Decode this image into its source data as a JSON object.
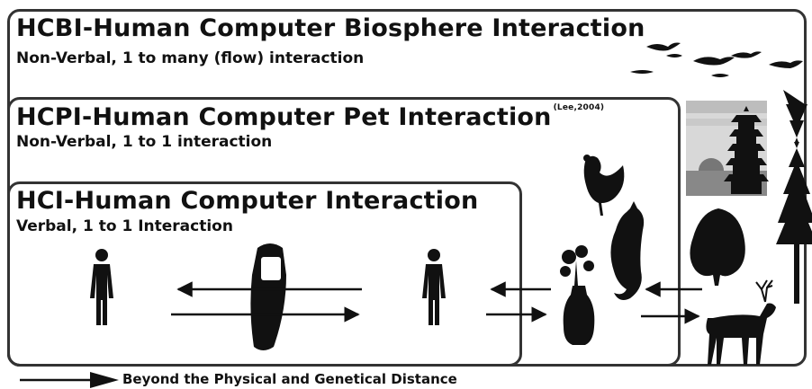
{
  "hcbi": {
    "title": "HCBI-Human Computer Biosphere Interaction",
    "subtitle": "Non-Verbal, 1 to many (flow) interaction"
  },
  "hcpi": {
    "title": "HCPI-Human Computer Pet Interaction",
    "citation": "(Lee,2004)",
    "subtitle": "Non-Verbal, 1 to 1 interaction"
  },
  "hci": {
    "title": "HCI-Human Computer Interaction",
    "subtitle": "Verbal, 1 to 1 Interaction"
  },
  "legend": {
    "label": "Beyond the Physical and Genetical Distance"
  },
  "icons": [
    "person-icon",
    "mobile-phone-icon",
    "person-icon",
    "rooster-icon",
    "cat-icon",
    "flower-vase-icon",
    "pagoda-landscape-icon",
    "tree-icon",
    "pine-tree-icon",
    "deer-icon",
    "birds-icon",
    "arrow-icon"
  ]
}
